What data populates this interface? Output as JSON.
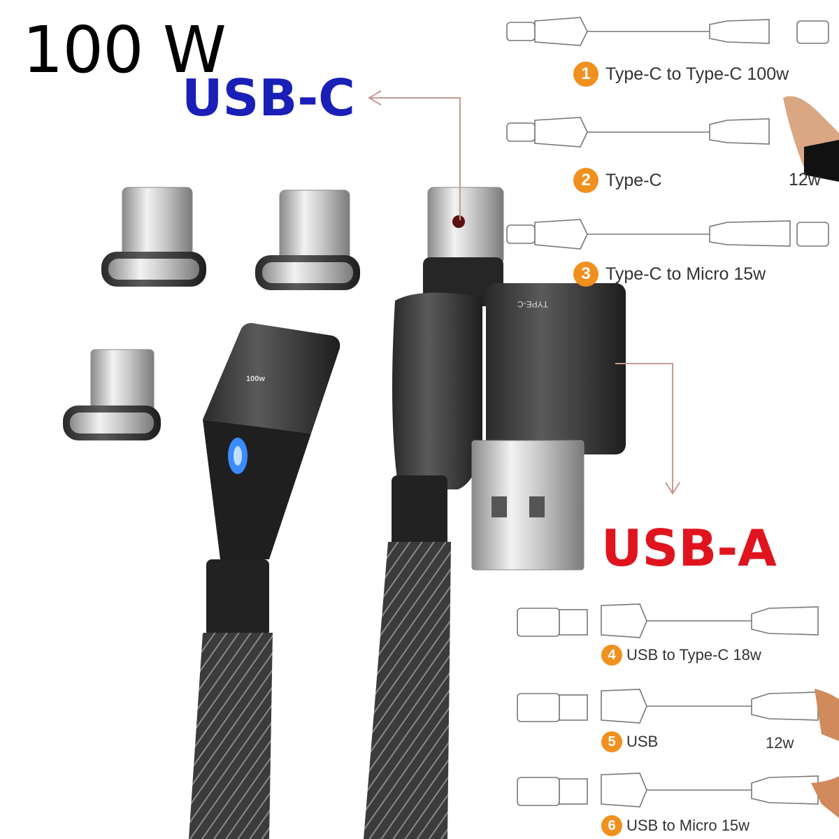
{
  "header": {
    "power": "100 W"
  },
  "callouts": {
    "usb_c": "USB-C",
    "usb_a": "USB-A"
  },
  "product": {
    "cable_label": "100w",
    "adapter_label": "TYPE-C"
  },
  "variants": [
    {
      "num": "1",
      "text": "Type-C to Type-C 100w",
      "watt": ""
    },
    {
      "num": "2",
      "text": "Type-C",
      "watt": "12w"
    },
    {
      "num": "3",
      "text": "Type-C to Micro 15w",
      "watt": ""
    },
    {
      "num": "4",
      "text": "USB to Type-C 18w",
      "watt": ""
    },
    {
      "num": "5",
      "text": "USB",
      "watt": "12w"
    },
    {
      "num": "6",
      "text": "USB to Micro 15w",
      "watt": ""
    }
  ],
  "colors": {
    "usb_c_label": "#1a1fb8",
    "usb_a_label": "#e0141e",
    "badge": "#f0901e",
    "cable": "#3a3a3a",
    "led": "#3a8cff"
  }
}
